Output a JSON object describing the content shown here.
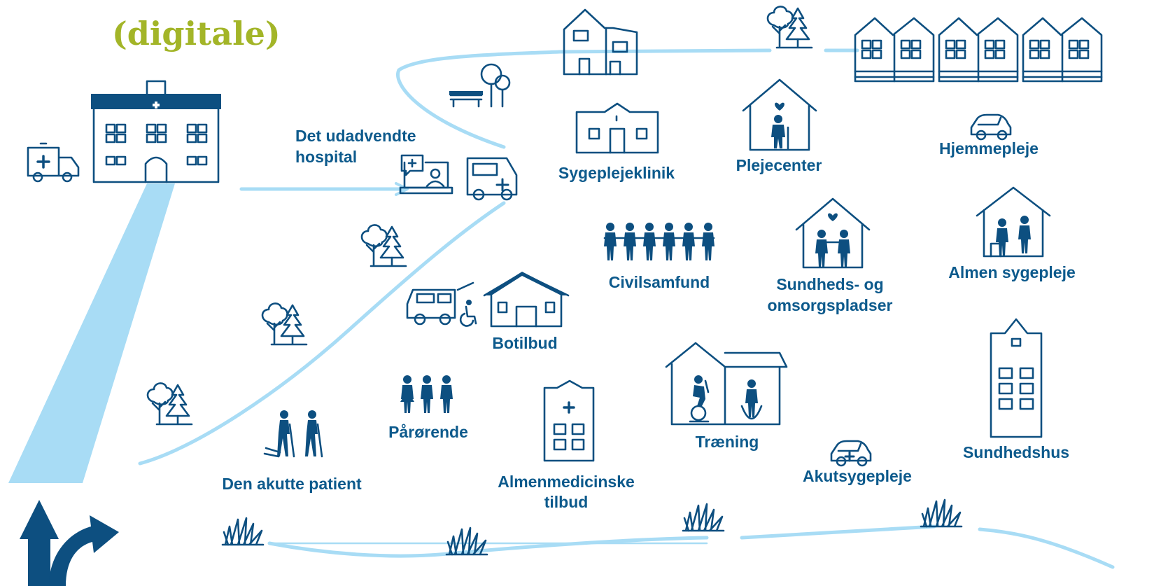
{
  "heading": "(digitale)",
  "colors": {
    "navy": "#0d4f80",
    "label_text": "#0d5a8c",
    "heading_green": "#a3b528",
    "path_lightblue": "#a8dcf5"
  },
  "labels": {
    "det_udadvendte_hospital_1": "Det udadvendte",
    "det_udadvendte_hospital_2": "hospital",
    "sygeplejeklinik": "Sygeplejeklinik",
    "plejecenter": "Plejecenter",
    "hjemmepleje": "Hjemmepleje",
    "civilsamfund": "Civilsamfund",
    "sundheds_1": "Sundheds- og",
    "sundheds_2": "omsorgspladser",
    "almen_sygepleje": "Almen sygepleje",
    "botilbud": "Botilbud",
    "paaroerende": "Pårørende",
    "traening": "Træning",
    "sundhedshus": "Sundhedshus",
    "den_akutte_patient": "Den akutte patient",
    "almenmedicinske_1": "Almenmedicinske",
    "almenmedicinske_2": "tilbud",
    "akutsygepleje": "Akutsygepleje"
  },
  "icons": [
    "ambulance-icon",
    "hospital-icon",
    "telemedicine-laptop-icon",
    "mobile-clinic-van-icon",
    "house-icon",
    "bench-trees-icon",
    "trees-icon",
    "townhouses-icon",
    "nursing-clinic-icon",
    "care-home-icon",
    "car-icon",
    "people-chain-icon",
    "care-housing-icon",
    "nurse-care-house-icon",
    "accessible-van-icon",
    "residence-icon",
    "relatives-icon",
    "elderly-walkers-icon",
    "gp-building-icon",
    "training-house-icon",
    "emergency-car-icon",
    "health-house-icon",
    "grass-icon",
    "direction-arrows-icon"
  ]
}
